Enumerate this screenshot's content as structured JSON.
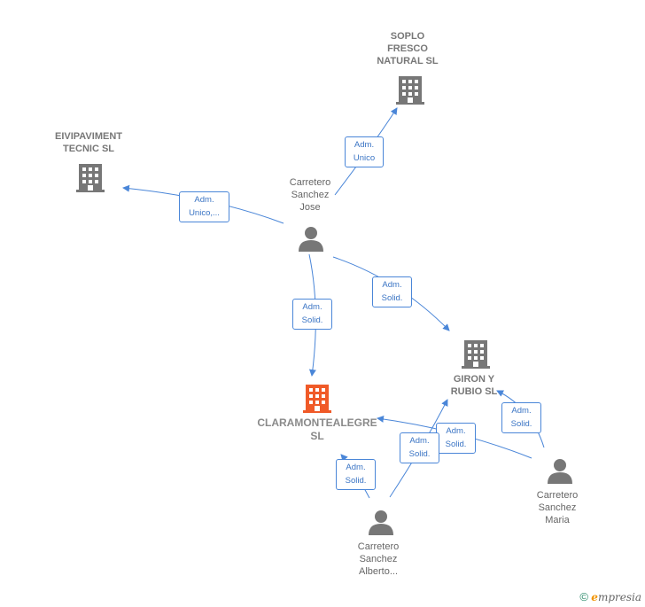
{
  "nodes": {
    "soplo": {
      "label": "SOPLO\nFRESCO\nNATURAL SL"
    },
    "eivipaviment": {
      "label": "EIVIPAVIMENT\nTECNIC  SL"
    },
    "jose": {
      "label": "Carretero\nSanchez\nJose"
    },
    "claramontealegre": {
      "label": "CLARAMONTEALEGRE\nSL"
    },
    "giron": {
      "label": "GIRON Y\nRUBIO  SL"
    },
    "maria": {
      "label": "Carretero\nSanchez\nMaria"
    },
    "alberto": {
      "label": "Carretero\nSanchez\nAlberto..."
    }
  },
  "edges": {
    "jose_soplo": "Adm.\nUnico",
    "jose_eivi": "Adm.\nUnico,...",
    "jose_clara": "Adm.\nSolid.",
    "jose_giron": "Adm.\nSolid.",
    "maria_giron": "Adm.\nSolid.",
    "maria_clara": "Adm.\nSolid.",
    "alberto_giron": "Adm.\nSolid.",
    "alberto_clara": "Adm.\nSolid."
  },
  "colors": {
    "company": "#777777",
    "focus_company": "#f05a28",
    "person": "#777777",
    "edge": "#4a86d8"
  },
  "footer": {
    "copyright": "©",
    "brand_e": "e",
    "brand_rest": "mpresia"
  }
}
